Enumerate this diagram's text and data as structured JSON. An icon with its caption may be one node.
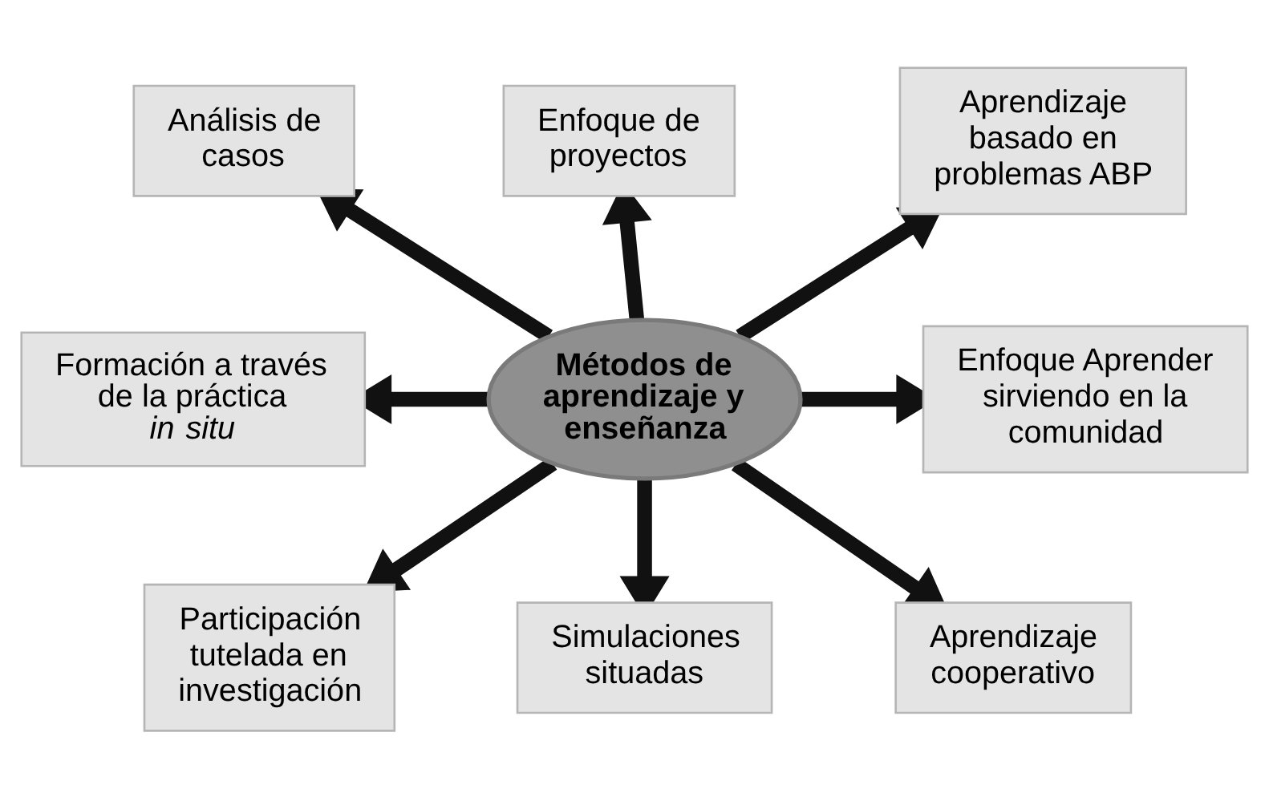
{
  "diagram": {
    "nodes": [
      {
        "text": [
          "Métodos de aprendizaje y enseñanza"
        ]
      },
      {
        "text": [
          "Enfoque de proyectos"
        ]
      },
      {
        "text": [
          "Análisis de casos"
        ]
      },
      {
        "text": [
          "Aprendizaje basado en problemas ABP"
        ]
      },
      {
        "text": [
          "Formación a través de la práctica *in situ*"
        ]
      },
      {
        "text": [
          "Enfoque Aprender sirviendo en la comunidad"
        ]
      },
      {
        "text": [
          "Participación tutelada en investigación"
        ]
      },
      {
        "text": [
          "Aprendizaje cooperativo"
        ]
      },
      {
        "text": [
          "Simulaciones situadas"
        ]
      }
    ],
    "edges": [
      {
        "from": 0,
        "to": 1,
        "arrow": "to"
      },
      {
        "from": 0,
        "to": 3,
        "arrow": "to"
      },
      {
        "from": 0,
        "to": 5,
        "arrow": "to"
      },
      {
        "from": 0,
        "to": 7,
        "arrow": "to"
      },
      {
        "from": 0,
        "to": 8,
        "arrow": "to"
      },
      {
        "from": 0,
        "to": 6,
        "arrow": "to"
      },
      {
        "from": 0,
        "to": 4,
        "arrow": "to"
      },
      {
        "from": 0,
        "to": 2,
        "arrow": "to"
      }
    ]
  }
}
